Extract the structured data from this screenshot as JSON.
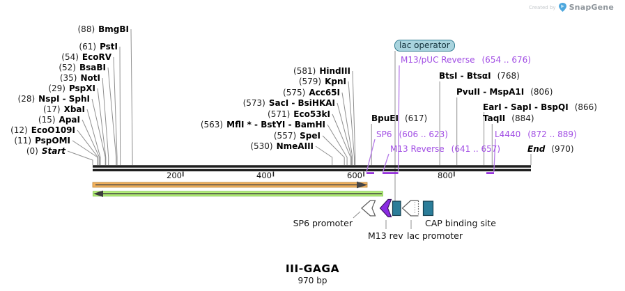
{
  "watermark": {
    "prefix": "Created by",
    "brand": "SnapGene"
  },
  "footer": {
    "title": "III-GAGA",
    "length": "970 bp"
  },
  "map": {
    "badge_label": "lac operator",
    "end_label": {
      "name": "End",
      "pos": "(970)"
    },
    "left_labels": [
      {
        "pos": "(88)",
        "name": "BmgBI"
      },
      {
        "pos": "(61)",
        "name": "PstI"
      },
      {
        "pos": "(54)",
        "name": "EcoRV"
      },
      {
        "pos": "(52)",
        "name": "BsaBI"
      },
      {
        "pos": "(35)",
        "name": "NotI"
      },
      {
        "pos": "(29)",
        "name": "PspXI"
      },
      {
        "pos": "(28)",
        "name": "NspI - SphI"
      },
      {
        "pos": "(17)",
        "name": "XbaI"
      },
      {
        "pos": "(15)",
        "name": "ApaI"
      },
      {
        "pos": "(12)",
        "name": "EcoO109I"
      },
      {
        "pos": "(11)",
        "name": "PspOMI"
      },
      {
        "pos": "(0)",
        "name": "Start"
      }
    ],
    "mid_labels": [
      {
        "pos": "(581)",
        "name": "HindIII"
      },
      {
        "pos": "(579)",
        "name": "KpnI"
      },
      {
        "pos": "(575)",
        "name": "Acc65I"
      },
      {
        "pos": "(573)",
        "name": "SacI - BsiHKAI"
      },
      {
        "pos": "(571)",
        "name": "Eco53kI"
      },
      {
        "pos": "(563)",
        "name": "MflI * - BstYI - BamHI"
      },
      {
        "pos": "(557)",
        "name": "SpeI"
      },
      {
        "pos": "(530)",
        "name": "NmeAIII"
      }
    ],
    "right_labels": [
      {
        "name": "BtsI - BtsαI",
        "pos": "(768)"
      },
      {
        "name": "PvuII - MspA1I",
        "pos": "(806)"
      },
      {
        "name": "EarI - SapI - BspQI",
        "pos": "(866)"
      },
      {
        "name": "BpuEI",
        "pos": "(617)"
      },
      {
        "name": "TaqII",
        "pos": "(884)"
      }
    ],
    "primer_labels": [
      {
        "name": "M13/pUC Reverse",
        "range": "(654 .. 676)"
      },
      {
        "name": "SP6",
        "range": "(606 .. 623)"
      },
      {
        "name": "M13 Reverse",
        "range": "(641 .. 657)"
      },
      {
        "name": "L4440",
        "range": "(872 .. 889)"
      }
    ],
    "axis_ticks": [
      "200",
      "400",
      "600",
      "800"
    ],
    "feature_labels": {
      "sp6": "SP6 promoter",
      "m13": "M13 rev",
      "lac": "lac promoter",
      "cap": "CAP binding site"
    }
  },
  "colors": {
    "primer_purple": "#a14de4",
    "primer_mark_purple": "#8f23da",
    "teal_feature": "#2b7d99",
    "badge_fill": "#a9d4de",
    "orange_feature": "#f3b15c",
    "green_feature": "#b5ef78",
    "purple_arrow_fill": "#8a2be2"
  }
}
